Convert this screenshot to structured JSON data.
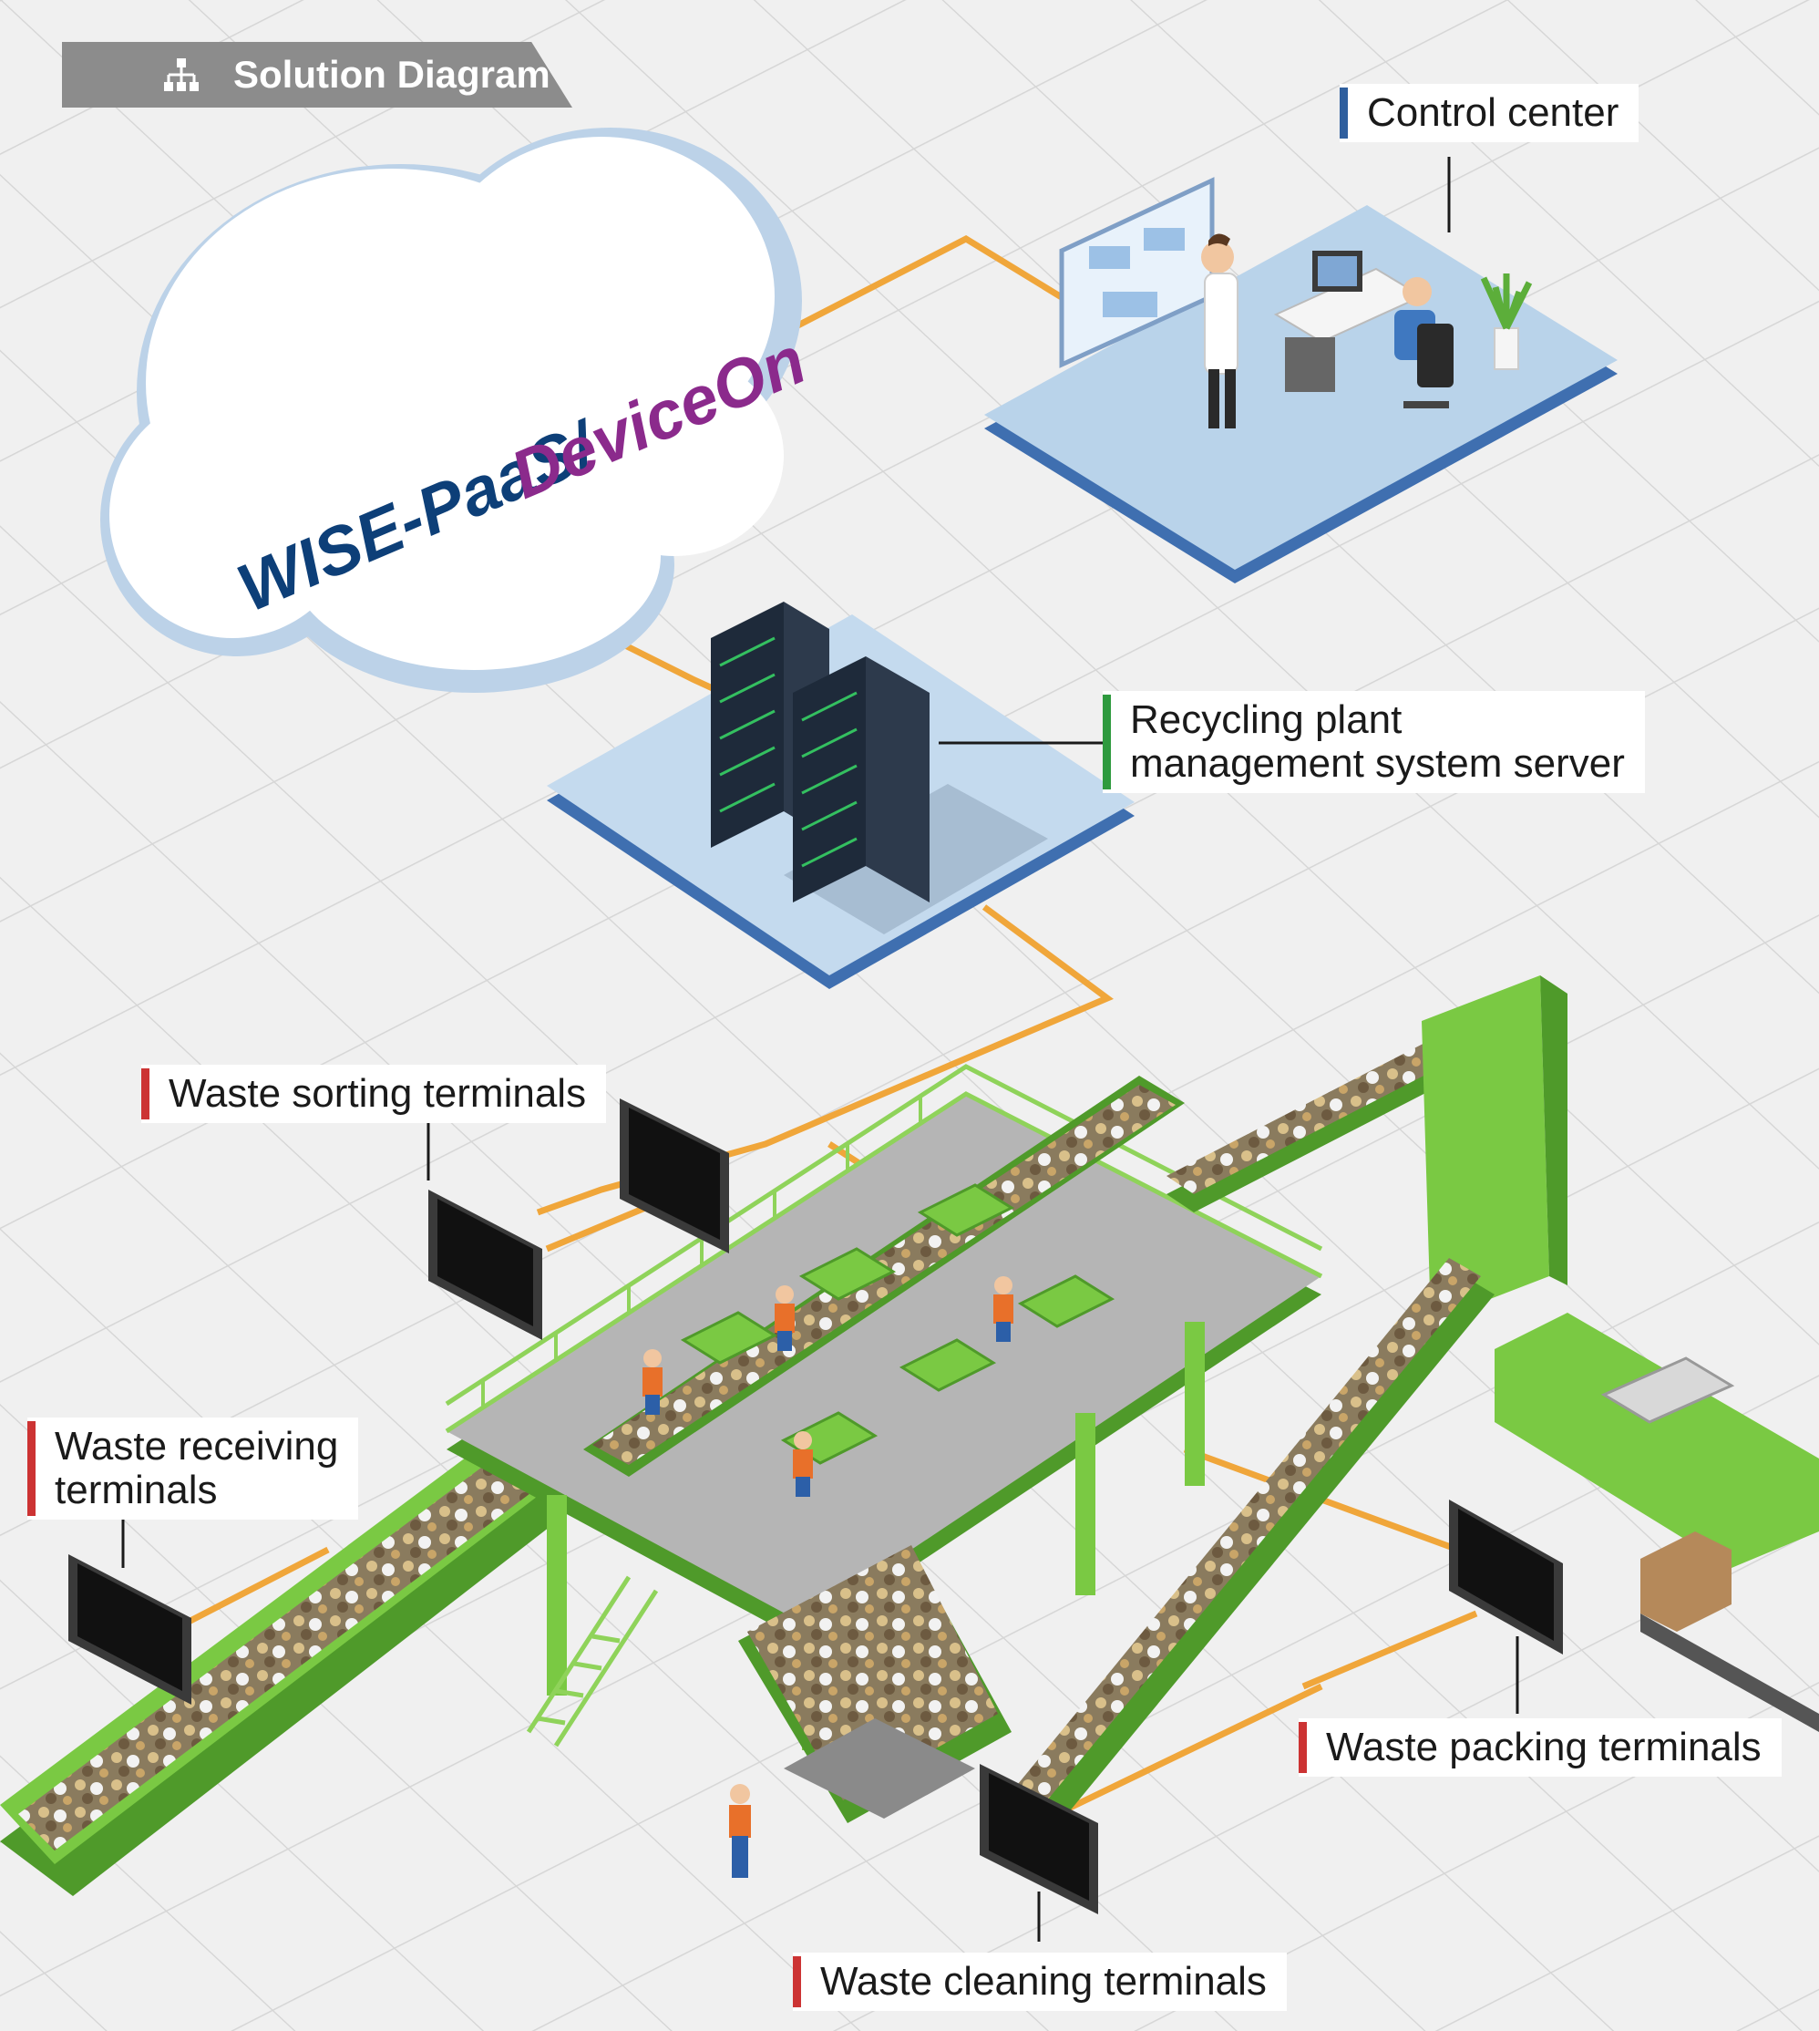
{
  "header": {
    "title": "Solution Diagram",
    "icon": "hierarchy-icon"
  },
  "cloud": {
    "part1": "WISE-PaaS/",
    "part2": "DeviceOn",
    "color1": "#0d3f78",
    "color2": "#8b2a8c"
  },
  "labels": {
    "control_center": {
      "text": "Control center",
      "accent": "#2f5f9e"
    },
    "server": {
      "line1": "Recycling plant",
      "line2": "management system server",
      "accent": "#2e9a3e"
    },
    "sorting": {
      "text": "Waste sorting terminals",
      "accent": "#cc2f2f"
    },
    "receiving": {
      "line1": "Waste receiving",
      "line2": "terminals",
      "accent": "#cc2f2f"
    },
    "packing": {
      "text": "Waste packing terminals",
      "accent": "#cc2f2f"
    },
    "cleaning": {
      "text": "Waste cleaning terminals",
      "accent": "#cc2f2f"
    }
  },
  "colors": {
    "connector": "#f0a63a",
    "machine": "#7ac943",
    "machine_dark": "#4f9a2a",
    "platform": "#b9d3ea",
    "platform_edge": "#3f6fb0"
  }
}
